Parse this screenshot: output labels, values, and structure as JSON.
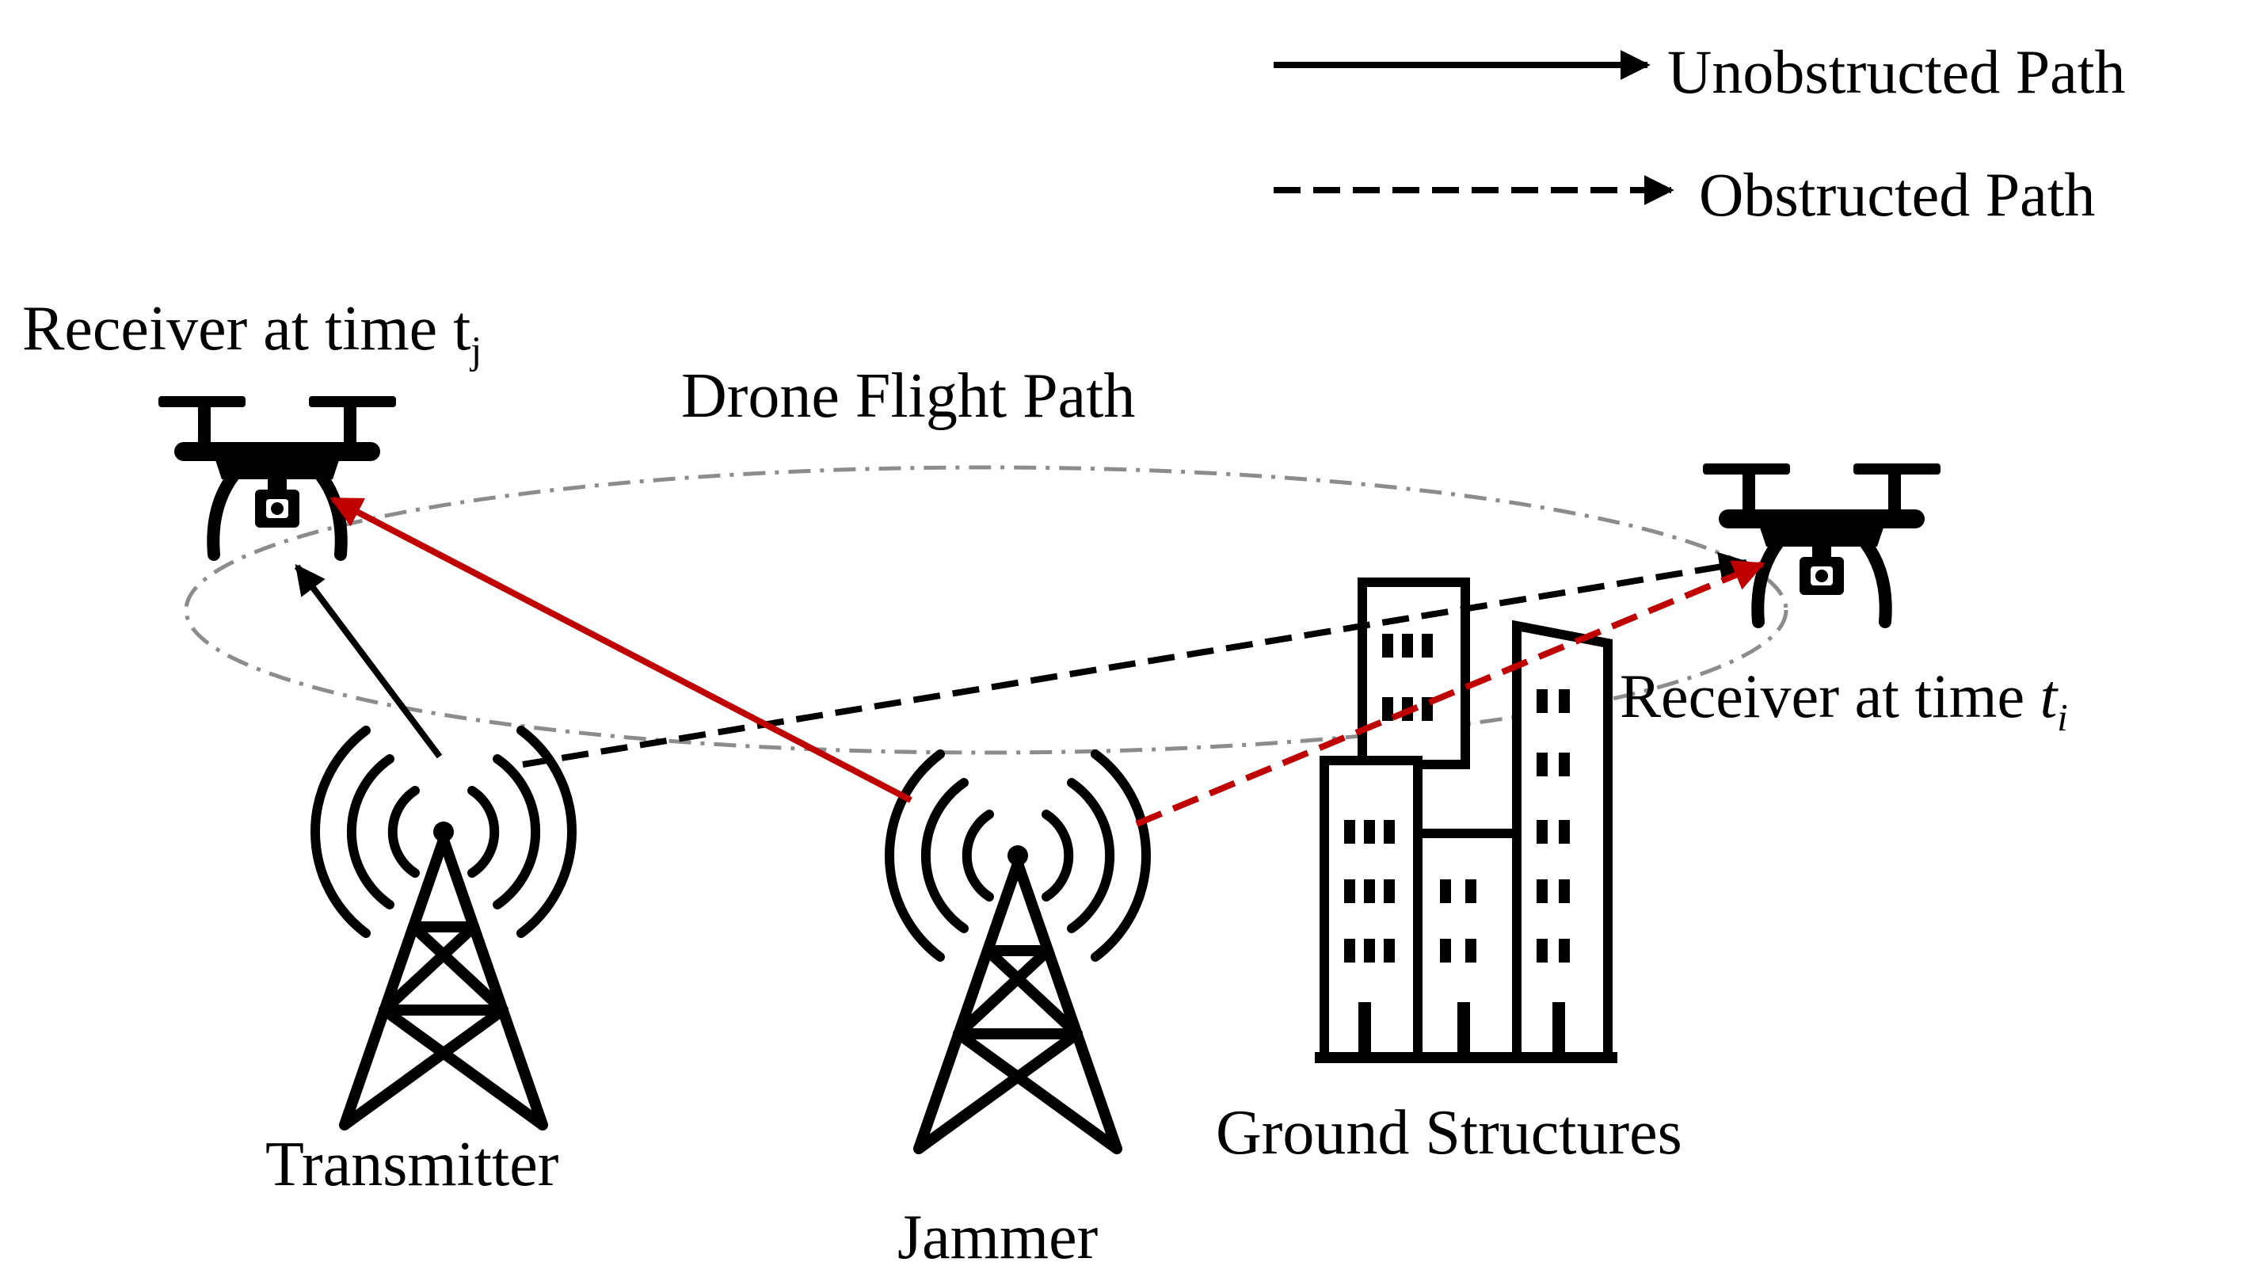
{
  "legend": {
    "unobstructed_label": "Unobstructed Path",
    "obstructed_label": "Obstructed Path"
  },
  "labels": {
    "receiver_tj_text": "Receiver at time t",
    "receiver_tj_sub": "j",
    "receiver_ti_text": "Receiver at time ",
    "receiver_ti_var": "t",
    "receiver_ti_sub": "i",
    "flight_path": "Drone Flight Path",
    "transmitter": "Transmitter",
    "jammer": "Jammer",
    "ground_structures": "Ground Structures"
  },
  "colors": {
    "ink": "#000000",
    "jamming": "#c00000",
    "flight_path": "#808080",
    "background": "#ffffff"
  },
  "icons": [
    "drone-icon",
    "tower-icon",
    "buildings-icon"
  ]
}
